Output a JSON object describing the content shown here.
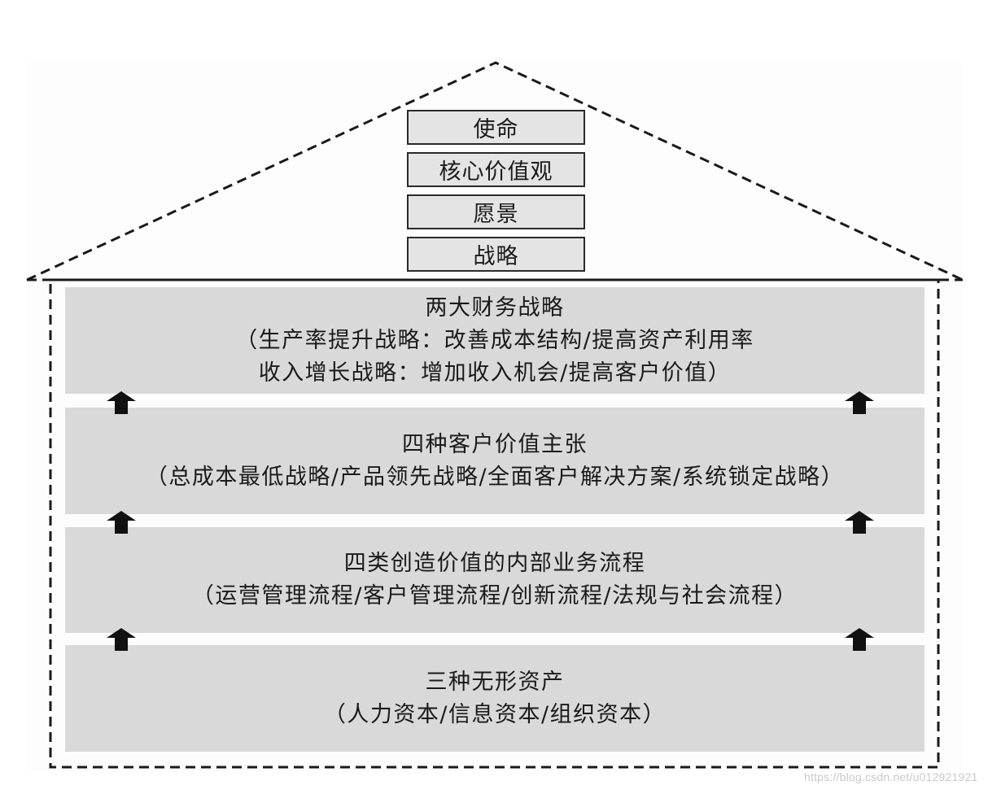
{
  "diagram": {
    "type": "strategy-house",
    "roof": {
      "items": [
        "使命",
        "核心价值观",
        "愿景",
        "战略"
      ]
    },
    "layers": [
      {
        "title": "两大财务战略",
        "lines": [
          "（生产率提升战略：改善成本结构/提高资产利用率",
          "收入增长战略：增加收入机会/提高客户价值）"
        ]
      },
      {
        "title": "四种客户价值主张",
        "lines": [
          "（总成本最低战略/产品领先战略/全面客户解决方案/系统锁定战略）"
        ]
      },
      {
        "title": "四类创造价值的内部业务流程",
        "lines": [
          "（运营管理流程/客户管理流程/创新流程/法规与社会流程）"
        ]
      },
      {
        "title": "三种无形资产",
        "lines": [
          "（人力资本/信息资本/组织资本）"
        ]
      }
    ],
    "arrows": {
      "direction": "up",
      "icon": "up-arrow-icon",
      "count_per_gap": 2
    },
    "colors": {
      "band_fill": "#d9d9d9",
      "box_fill": "#e4e4e4",
      "line": "#1a1a1a"
    }
  },
  "watermark": "https://blog.csdn.net/u012921921"
}
